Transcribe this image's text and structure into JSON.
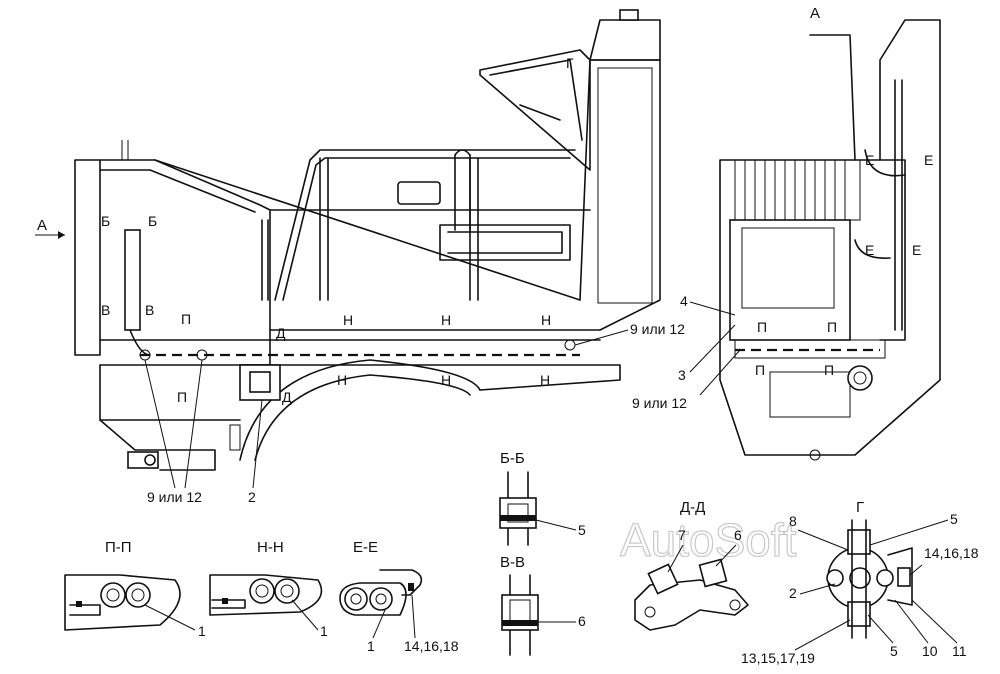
{
  "view_label": "А",
  "arrow_label": "А",
  "watermark": "AutoSoft",
  "sections": {
    "P": "П",
    "N": "Н",
    "B": "Б",
    "V": "В",
    "D": "Д",
    "E": "Е",
    "G": "Г"
  },
  "titles": {
    "pp": "П-П",
    "nn": "Н-Н",
    "ee": "Е-Е",
    "bb": "Б-Б",
    "vv": "В-В",
    "dd": "Д-Д",
    "g": "Г"
  },
  "callouts": {
    "c1": "1",
    "c2": "2",
    "c3": "3",
    "c4": "4",
    "c5": "5",
    "c6": "6",
    "c7": "7",
    "c8": "8",
    "c10": "10",
    "c11": "11",
    "c9or12": "9 или 12",
    "c14_16_18": "14,16,18",
    "c13_15_17_19": "13,15,17,19"
  }
}
